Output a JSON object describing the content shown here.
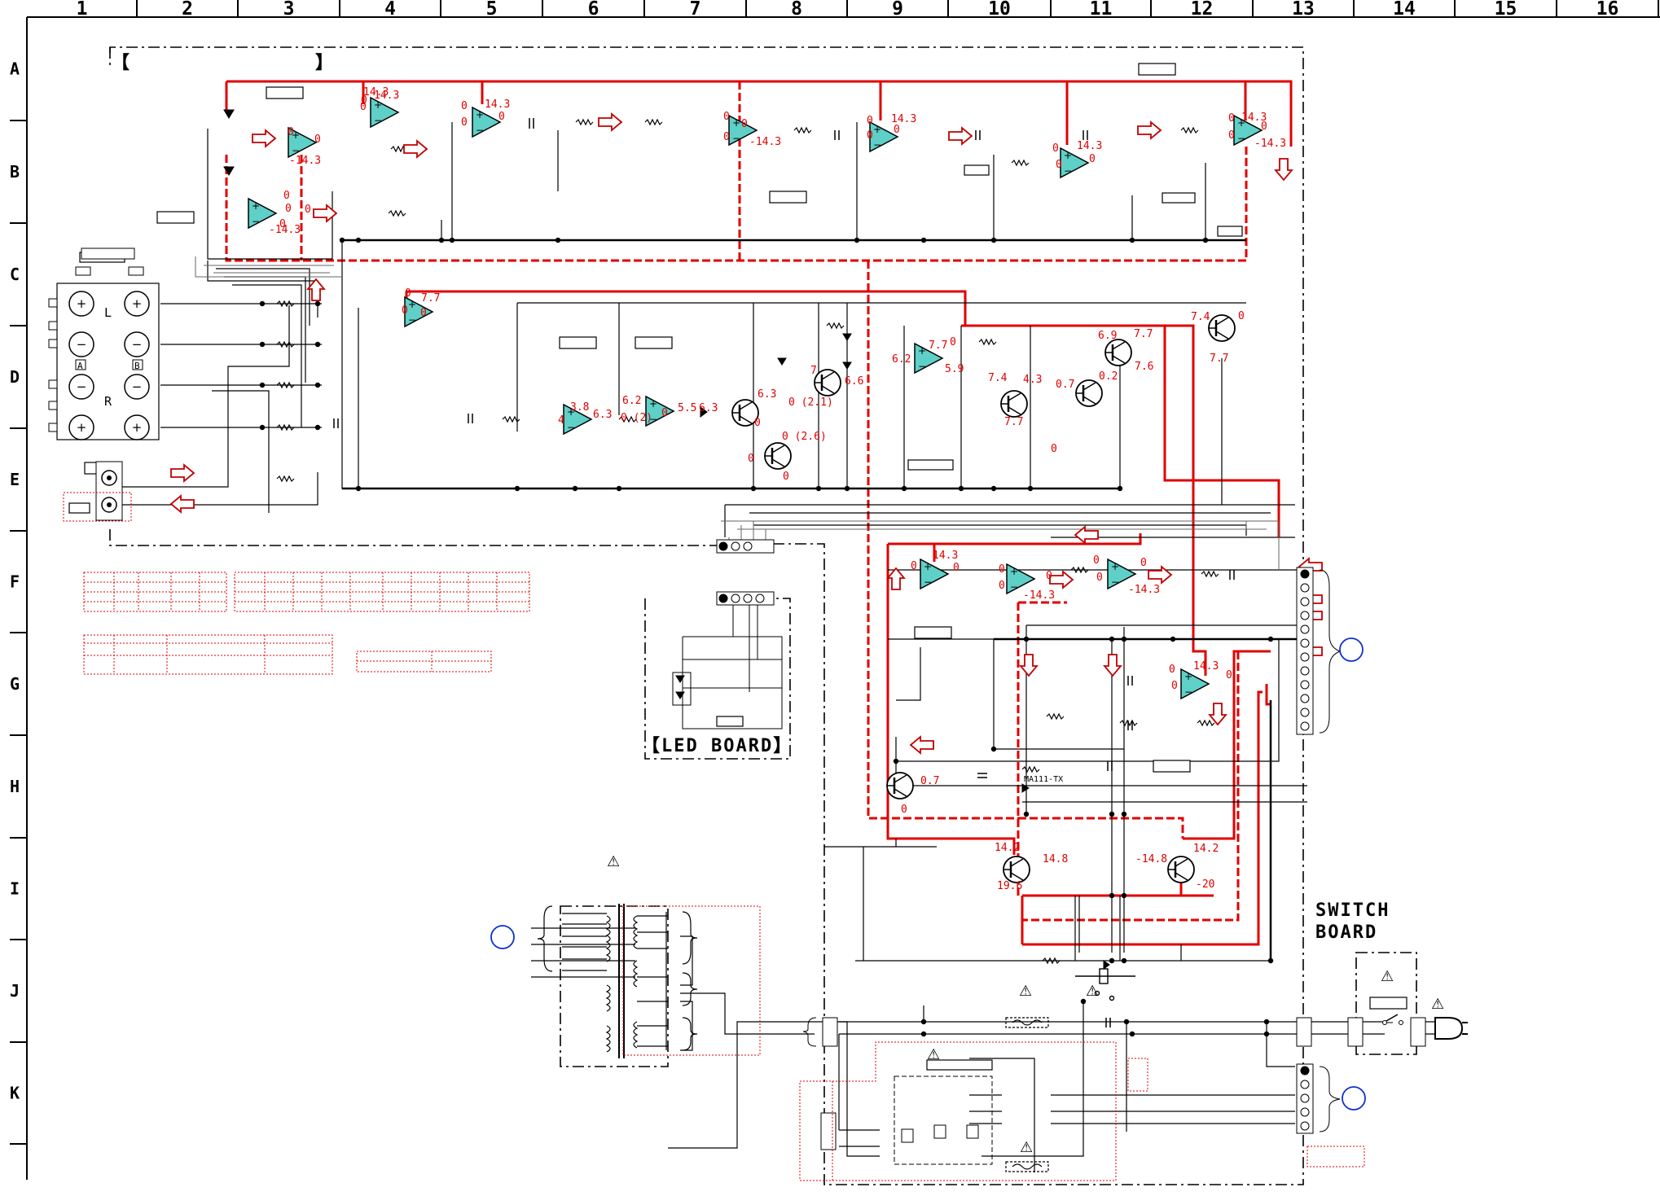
{
  "grid": {
    "columns": [
      "1",
      "2",
      "3",
      "4",
      "5",
      "6",
      "7",
      "8",
      "9",
      "10",
      "11",
      "12",
      "13",
      "14",
      "15",
      "16"
    ],
    "rows": [
      "A",
      "B",
      "C",
      "D",
      "E",
      "F",
      "G",
      "H",
      "I",
      "J",
      "K"
    ]
  },
  "labels": {
    "led_board": "【LED BOARD】",
    "switch_board_l1": "SWITCH",
    "switch_board_l2": "BOARD",
    "diode_part": "MA111-TX",
    "bracket_open": "【",
    "bracket_close": "】",
    "ch_left": "L",
    "ch_right": "R",
    "term_a": "A",
    "term_b": "B",
    "plus": "+",
    "minus": "−",
    "warning": "⚠"
  },
  "voltages": {
    "v_14_3": "14.3",
    "v_m14_3": "-14.3",
    "v_0": "0",
    "v_7_7": "7.7",
    "v_7_6": "7.6",
    "v_7_4": "7.4",
    "v_6_9": "6.9",
    "v_6_6": "6.6",
    "v_6_3": "6.3",
    "v_6_2": "6.2",
    "v_5_9": "5.9",
    "v_5_5": "5.5",
    "v_4_3": "4.3",
    "v_3_8": "3.8",
    "v_0_7": "0.7",
    "v_0_2": "0.2",
    "v_0_21": "0 (2)",
    "v_0_211": "0 (2.1)",
    "v_0_26": "0 (2.6)",
    "v_14_2": "14.2",
    "v_14_8": "14.8",
    "v_m14_8": "-14.8",
    "v_19_6": "19.6",
    "v_m20": "-20",
    "v_7": "7",
    "v_4": "4"
  },
  "colors": {
    "wire": "#000000",
    "red_line": "#e00000",
    "opamp_fill": "#5fd0c8",
    "arrow": "#c00000",
    "marker": "#1030d0"
  }
}
